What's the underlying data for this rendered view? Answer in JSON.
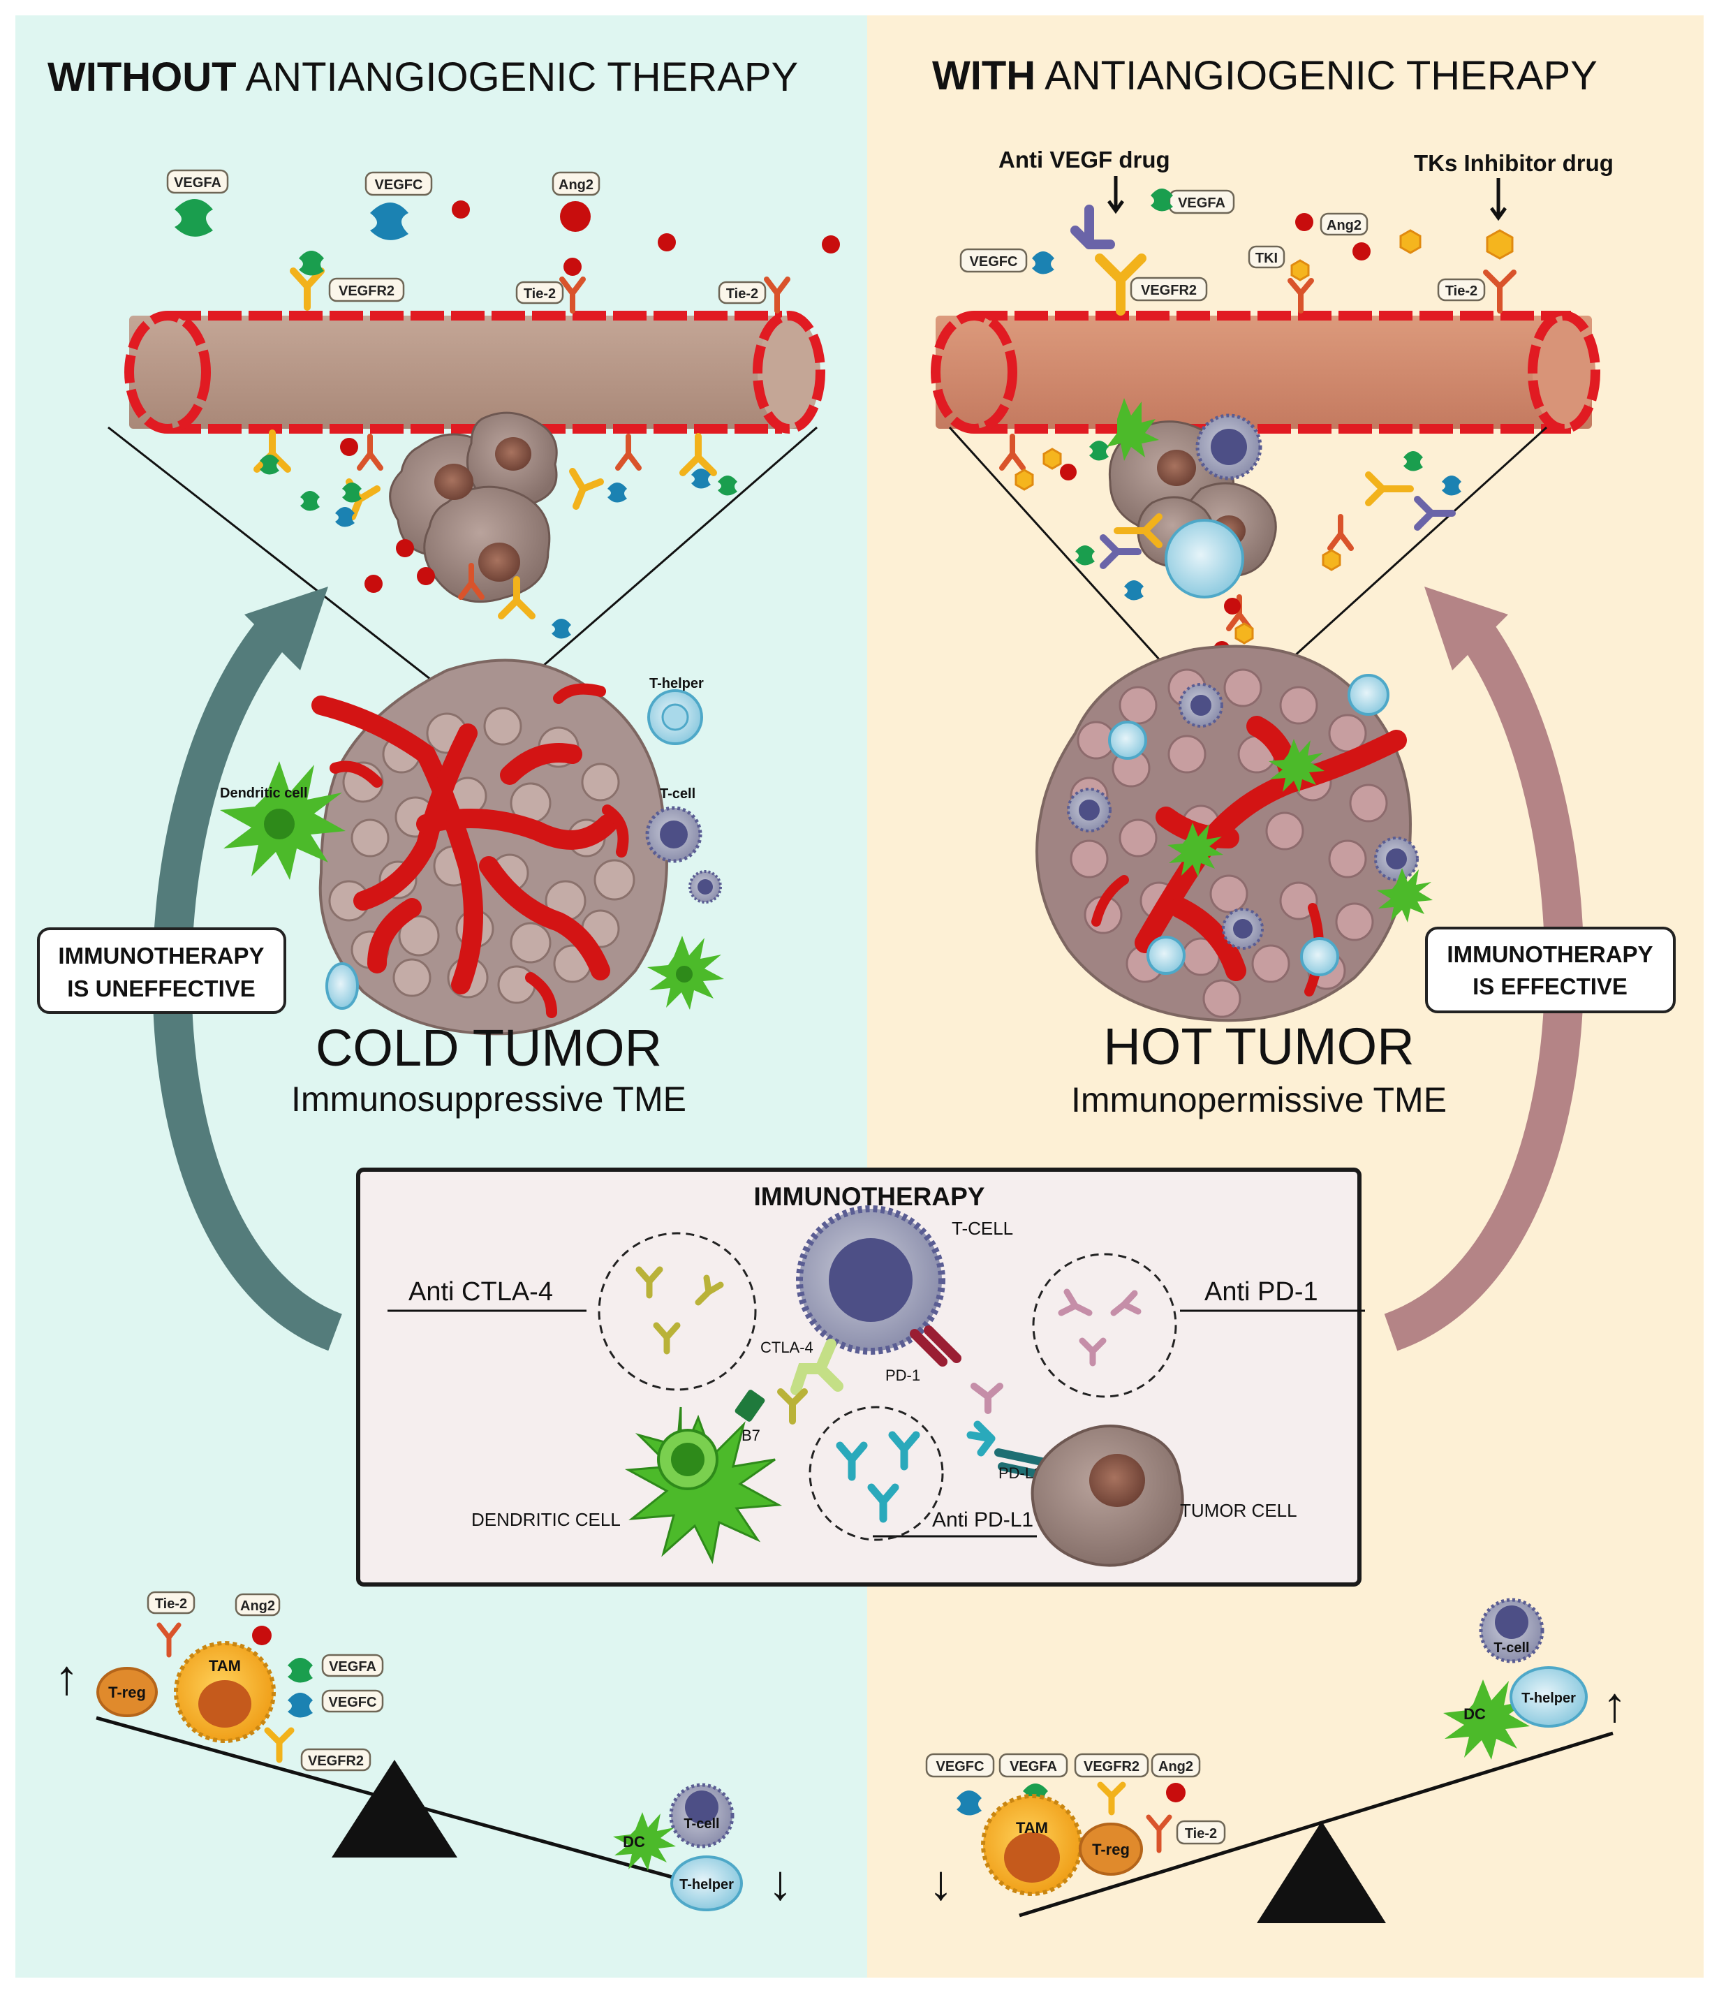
{
  "colors": {
    "left_bg": "#dff6f1",
    "right_bg": "#fdf0d5",
    "vessel_wall": "#e11b22",
    "vessel_left_lumen": "#b69483",
    "vessel_right_lumen": "#cf8a6f",
    "left_arrow": "#547c7b",
    "right_arrow": "#b48486",
    "box_bg": "#f5eeee",
    "tumor_cell": "#9b827c",
    "vegfa": "#1a9e4e",
    "vegfc": "#1b82b2",
    "ang2": "#c80d0d",
    "tkl": "#f5a623",
    "receptor_vegfr2": "#f2b21b",
    "receptor_tie2": "#d9532b",
    "antibody_anti_vegf": "#6a64a8",
    "dendritic_cell": "#4cba2a",
    "t_cell": "#5a5d93",
    "t_helper": "#79c4dc",
    "tam": "#f2a41a",
    "treg": "#e08a2c"
  },
  "left": {
    "heading_bold": "WITHOUT",
    "heading_rest": " ANTIANGIOGENIC THERAPY",
    "chips": {
      "vegfa": "VEGFA",
      "vegfc": "VEGFC",
      "ang2": "Ang2",
      "vegfr2": "VEGFR2",
      "tie2_a": "Tie-2",
      "tie2_b": "Tie-2"
    },
    "cell_labels": {
      "dendritic": "Dendritic cell",
      "t_helper": "T-helper",
      "t_cell": "T-cell"
    },
    "status_line1": "IMMUNOTHERAPY",
    "status_line2": "IS UNEFFECTIVE",
    "tumor_title": "COLD TUMOR",
    "tumor_subtitle": "Immunosuppressive TME",
    "balance": {
      "chips": {
        "tie2": "Tie-2",
        "ang2": "Ang2",
        "vegfa": "VEGFA",
        "vegfc": "VEGFC",
        "vegfr2": "VEGFR2"
      },
      "tam": "TAM",
      "treg": "T-reg",
      "dc": "DC",
      "tcell": "T-cell",
      "thelper": "T-helper",
      "up": "↑",
      "down": "↓"
    }
  },
  "right": {
    "heading_bold": "WITH",
    "heading_rest": " ANTIANGIOGENIC THERAPY",
    "drug_anti_vegf": "Anti VEGF drug",
    "drug_tks": "TKs Inhibitor drug",
    "chips": {
      "vegfa": "VEGFA",
      "vegfc": "VEGFC",
      "ang2": "Ang2",
      "vegfr2": "VEGFR2",
      "tki": "TKI",
      "tie2": "Tie-2"
    },
    "status_line1": "IMMUNOTHERAPY",
    "status_line2": "IS EFFECTIVE",
    "tumor_title": "HOT TUMOR",
    "tumor_subtitle": "Immunopermissive TME",
    "balance": {
      "chips": {
        "vegfc": "VEGFC",
        "vegfa": "VEGFA",
        "vegfr2": "VEGFR2",
        "ang2": "Ang2",
        "tie2": "Tie-2"
      },
      "tam": "TAM",
      "treg": "T-reg",
      "dc": "DC",
      "tcell": "T-cell",
      "thelper": "T-helper",
      "up": "↑",
      "down": "↓"
    }
  },
  "immunotherapy": {
    "title": "IMMUNOTHERAPY",
    "t_cell": "T-CELL",
    "anti_ctla4": "Anti CTLA-4",
    "anti_pd1": "Anti PD-1",
    "anti_pdl1": "Anti PD-L1",
    "ctla4": "CTLA-4",
    "pd1": "PD-1",
    "pdl1": "PD-L1",
    "b7": "B7",
    "dendritic_cell": "DENDRITIC CELL",
    "tumor_cell": "TUMOR CELL"
  }
}
